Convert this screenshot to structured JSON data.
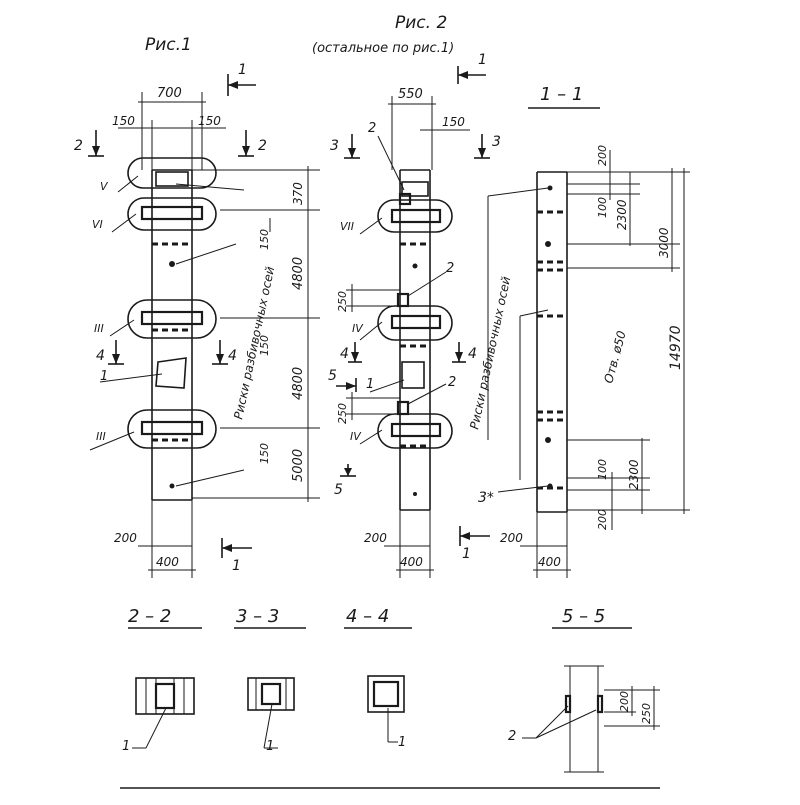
{
  "fig1": {
    "title": "Рис.1"
  },
  "fig2": {
    "title": "Рис. 2",
    "subtitle": "(остальное по рис.1)"
  },
  "fig1_dims": {
    "width_top": "700",
    "off_left": "150",
    "off_right": "150",
    "bottom_200": "200",
    "bottom_400": "400",
    "v1": "370",
    "v2": "4800",
    "v3": "4800",
    "v4": "5000",
    "s1": "150",
    "s2": "150",
    "s3": "150",
    "risk_label": "Риски разбивочных осей"
  },
  "fig2_dims": {
    "width_top": "550",
    "off_right": "150",
    "d250a": "250",
    "d250b": "250",
    "bottom_200": "200",
    "bottom_400": "400",
    "risk_label": "Риски разбивочных осей"
  },
  "sec11_dims": {
    "d200a": "200",
    "d100a": "100",
    "d2300a": "2300",
    "d3000": "3000",
    "total": "14970",
    "hole": "Отв. ø50",
    "d100b": "100",
    "d2300b": "2300",
    "d200b": "200",
    "bottom_200": "200",
    "bottom_400": "400",
    "note": "3*"
  },
  "marks": {
    "cut1": "1",
    "cut2": "2",
    "cut3": "3",
    "cut4": "4",
    "cut5": "5",
    "num1": "1",
    "num2": "2",
    "r5": "V",
    "r6": "VI",
    "r3": "III",
    "r7": "VII",
    "r4": "IV"
  },
  "sections": {
    "s11": "1 – 1",
    "s22": "2 – 2",
    "s33": "3 – 3",
    "s44": "4 – 4",
    "s55": "5 – 5",
    "s55_d200": "200",
    "s55_d250": "250"
  }
}
